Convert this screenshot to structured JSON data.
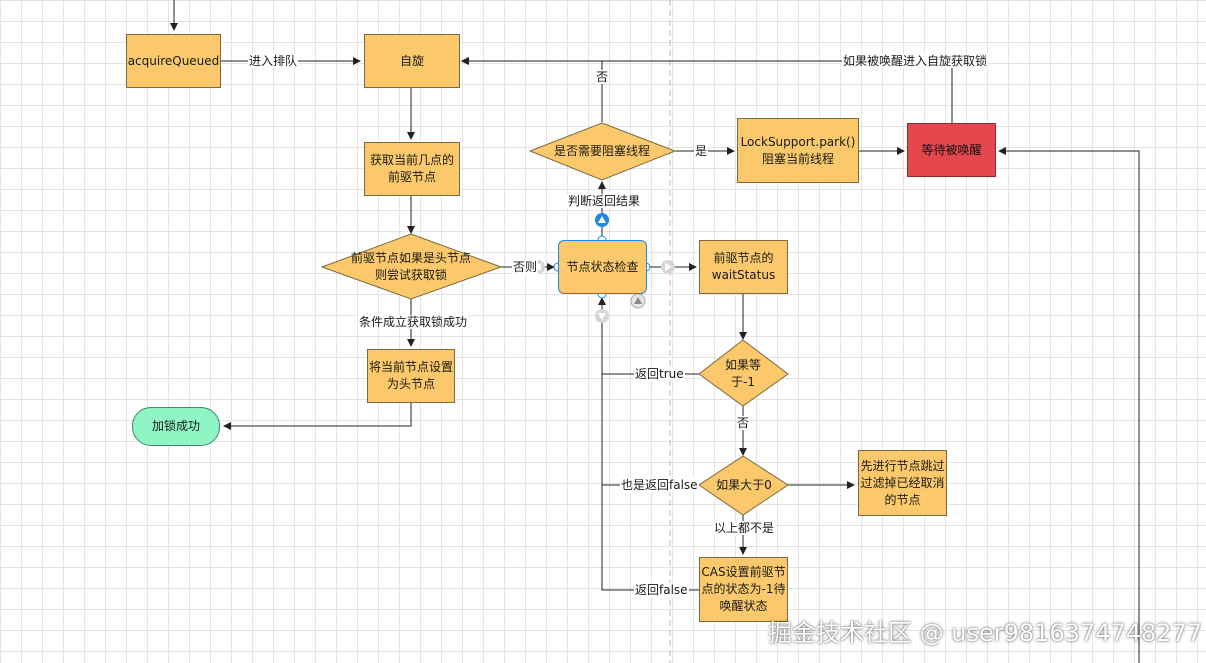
{
  "nodes": {
    "acquire_queued": "acquireQueued",
    "spin": "自旋",
    "get_predecessor": "获取当前几点的\n前驱节点",
    "pred_is_head": "前驱节点如果是头节点\n则尝试获取锁",
    "set_head": "将当前节点设置\n为头节点",
    "lock_success": "加锁成功",
    "node_state_check": "节点状态检查",
    "need_park": "是否需要阻塞线程",
    "lock_support_park": "LockSupport.park()\n阻塞当前线程",
    "wait_wakeup": "等待被唤醒",
    "pred_wait_status": "前驱节点的\nwaitStatus",
    "if_equals_minus1": "如果等\n于-1",
    "if_greater_zero": "如果大于0",
    "skip_cancelled": "先进行节点跳过\n过滤掉已经取消\n的节点",
    "cas_set_state": "CAS设置前驱节\n点的状态为-1待\n唤醒状态"
  },
  "edges": {
    "enqueue": "进入排队",
    "wakeup_spin": "如果被唤醒进入自旋获取锁",
    "no_top": "否",
    "yes": "是",
    "judge_result": "判断返回结果",
    "else": "否则",
    "cond_success": "条件成立获取锁成功",
    "return_true": "返回true",
    "no_mid": "否",
    "also_return_false": "也是返回false",
    "none_of_above": "以上都不是",
    "return_false": "返回false"
  },
  "colors": {
    "process": "#fbc96b",
    "wait_node": "#e5474f",
    "terminal": "#8ff5c5",
    "selected": "#1e88e5"
  },
  "watermark": "掘金技术社区 @ user9816374748277"
}
